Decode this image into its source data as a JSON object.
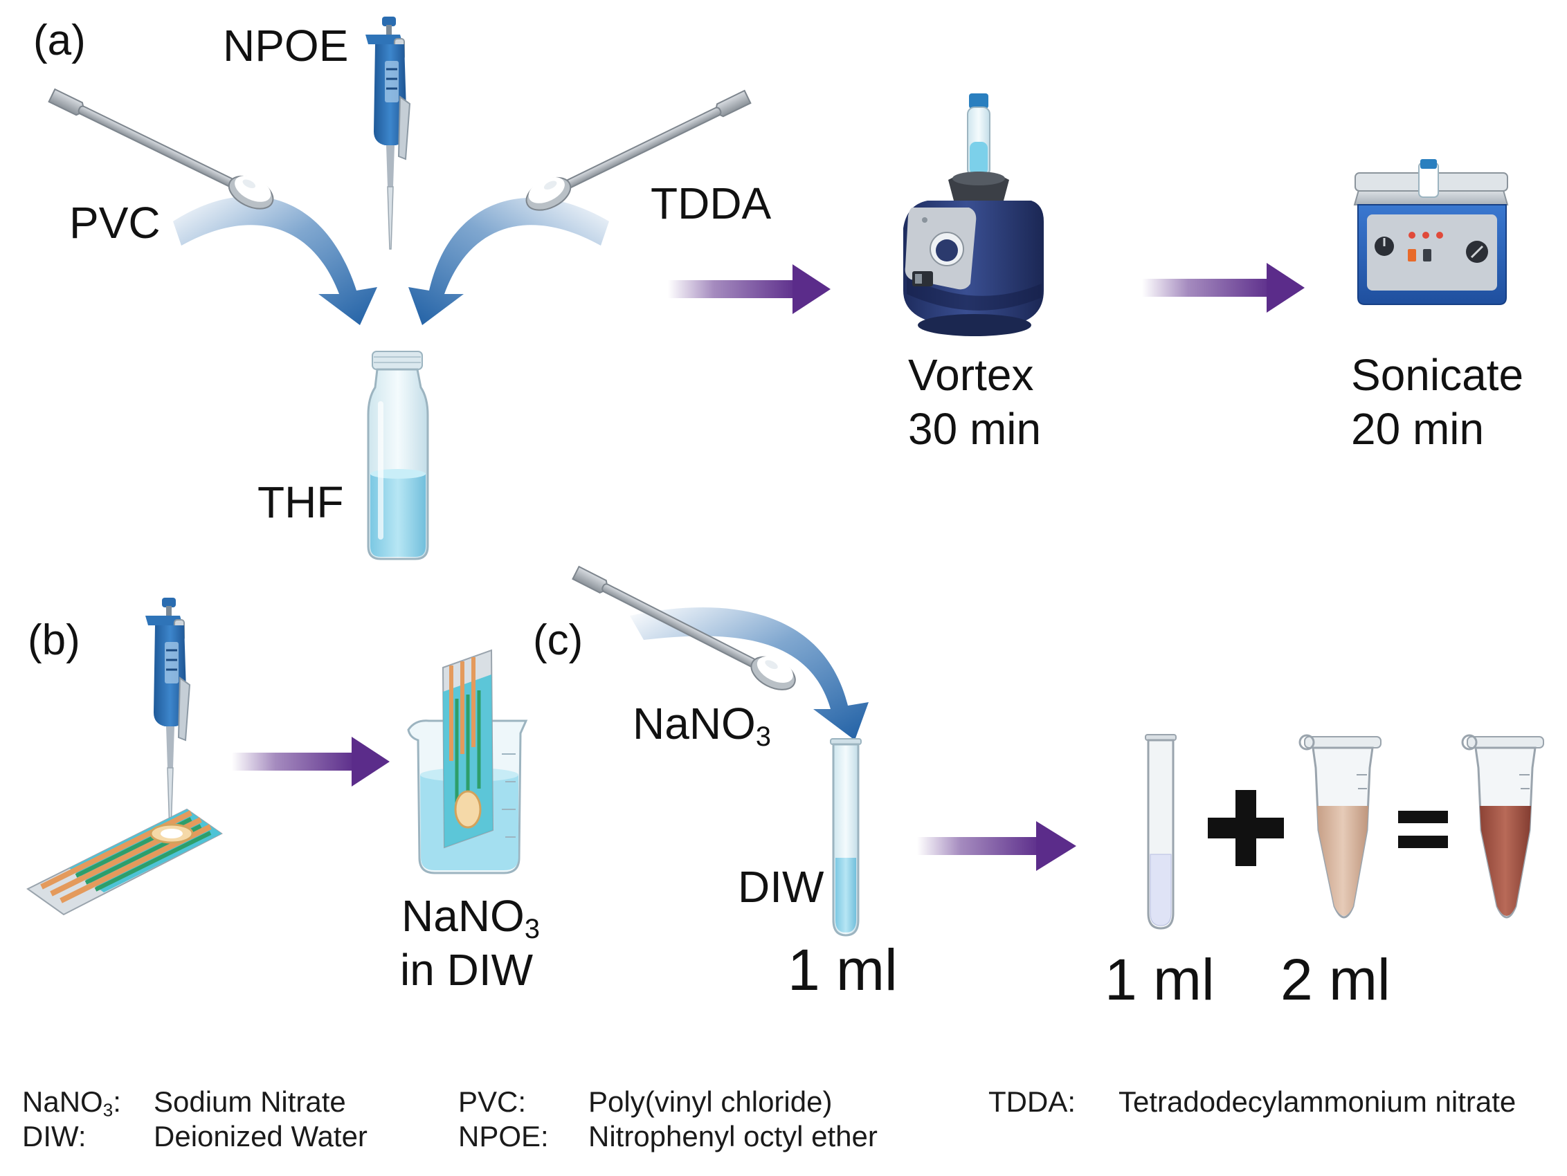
{
  "panels": {
    "a": "(a)",
    "b": "(b)",
    "c": "(c)"
  },
  "labels": {
    "npoe": "NPOE",
    "pvc": "PVC",
    "tdda": "TDDA",
    "thf": "THF",
    "vortex": "Vortex",
    "vortex_time": "30 min",
    "sonicate": "Sonicate",
    "sonicate_time": "20 min",
    "nano3_b": {
      "base": "NaNO",
      "sub": "3"
    },
    "in_diw": "in DIW",
    "nano3_c": {
      "base": "NaNO",
      "sub": "3"
    },
    "diw": "DIW",
    "vol_tube_c": "1 ml",
    "vol_1": "1 ml",
    "vol_2": "2 ml",
    "plus": "+",
    "equals": "="
  },
  "legend": [
    {
      "abbr": {
        "base": "NaNO",
        "sub": "3",
        "suffix": ":"
      },
      "term": "Sodium Nitrate"
    },
    {
      "abbr": {
        "base": "DIW:"
      },
      "term": "Deionized Water"
    },
    {
      "abbr": {
        "base": "PVC:"
      },
      "term": "Poly(vinyl chloride)"
    },
    {
      "abbr": {
        "base": "NPOE:"
      },
      "term": "Nitrophenyl octyl ether"
    },
    {
      "abbr": {
        "base": "TDDA:"
      },
      "term": "Tetradodecylammonium nitrate"
    }
  ],
  "colors": {
    "process_arrow": "#5b2c8a",
    "flow_arrow": "#2c6db0",
    "pipette": "#2f6fb0",
    "liquid": "#8fd3ea",
    "vortex_body": "#2d3e7a",
    "sonicator": "#2f63b8",
    "sample": "#d9b8a2",
    "sample_mixed": "#a8594a",
    "electrode": "#d88a4a",
    "electrode_stripe": "#2e9e6a"
  }
}
